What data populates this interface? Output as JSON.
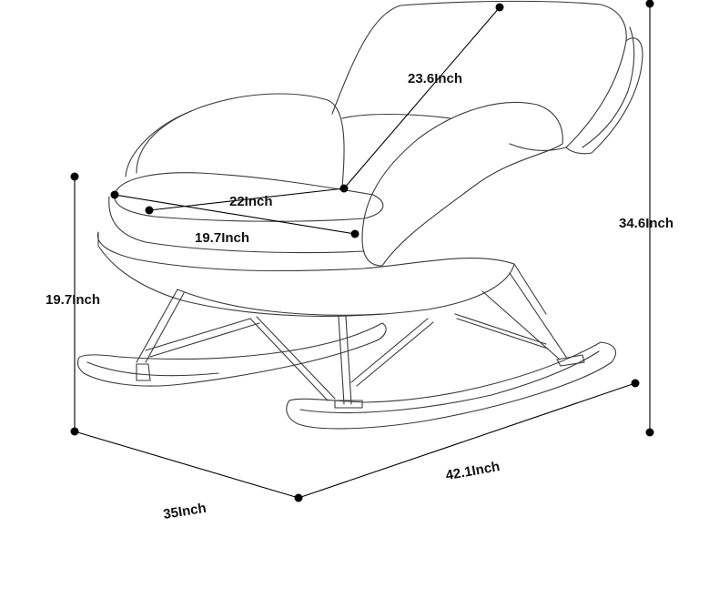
{
  "dimensions": {
    "backrest": "23.6Inch",
    "seat_width": "22Inch",
    "seat_depth": "19.7Inch",
    "seat_height": "19.7Inch",
    "total_height": "34.6Inch",
    "depth": "35Inch",
    "length": "42.1Inch"
  },
  "colors": {
    "line": "#3a3a3a",
    "dimension": "#000000",
    "background": "#ffffff"
  }
}
